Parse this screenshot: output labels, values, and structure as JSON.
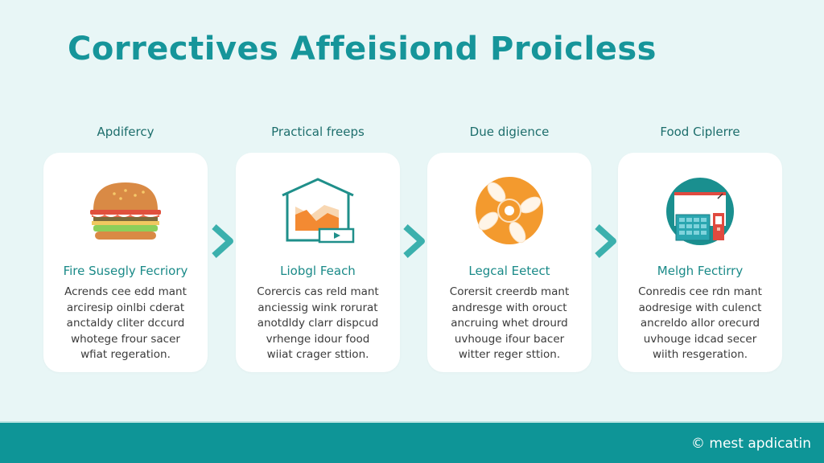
{
  "header": {
    "title": "Correctives Affeisiond Proicless"
  },
  "colors": {
    "background": "#e8f6f6",
    "accent": "#16959a",
    "footer": "#0e9597",
    "orange": "#f39a2e",
    "red": "#e04a3f"
  },
  "steps": [
    {
      "label": "Apdifercy",
      "icon": "burger-icon",
      "title": "Fire Susegly Fecriory",
      "body": [
        "Acrends cee edd mant",
        "arciresip oinlbi cderat",
        "anctaldy cliter dccurd",
        "whotege frour sacer",
        "wfiat regeration."
      ]
    },
    {
      "label": "Practical freeps",
      "icon": "house-chart-icon",
      "title": "Liobgl Feach",
      "body": [
        "Corercis cas reld mant",
        "anciessig wink rorurat",
        "anotdldy clarr dispcud",
        "vrhenge idour food",
        "wiiat crager sttion."
      ]
    },
    {
      "label": "Due digience",
      "icon": "orange-dial-icon",
      "title": "Legcal Eetect",
      "body": [
        "Corersit creerdb mant",
        "andresge with orouct",
        "ancruing whet drourd",
        "uvhouge ifour bacer",
        "witter reger sttion."
      ]
    },
    {
      "label": "Food Ciplerre",
      "icon": "calculator-icon",
      "title": "Melgh Fectirry",
      "body": [
        "Conredis cee rdn mant",
        "aodresige with culenct",
        "ancreldo allor orecurd",
        "uvhouge idcad secer",
        "wiith resgeration."
      ]
    }
  ],
  "arrows": [
    "chevron-right-icon",
    "chevron-right-icon",
    "chevron-right-icon"
  ],
  "footer": {
    "text": "© mest apdicatin"
  }
}
